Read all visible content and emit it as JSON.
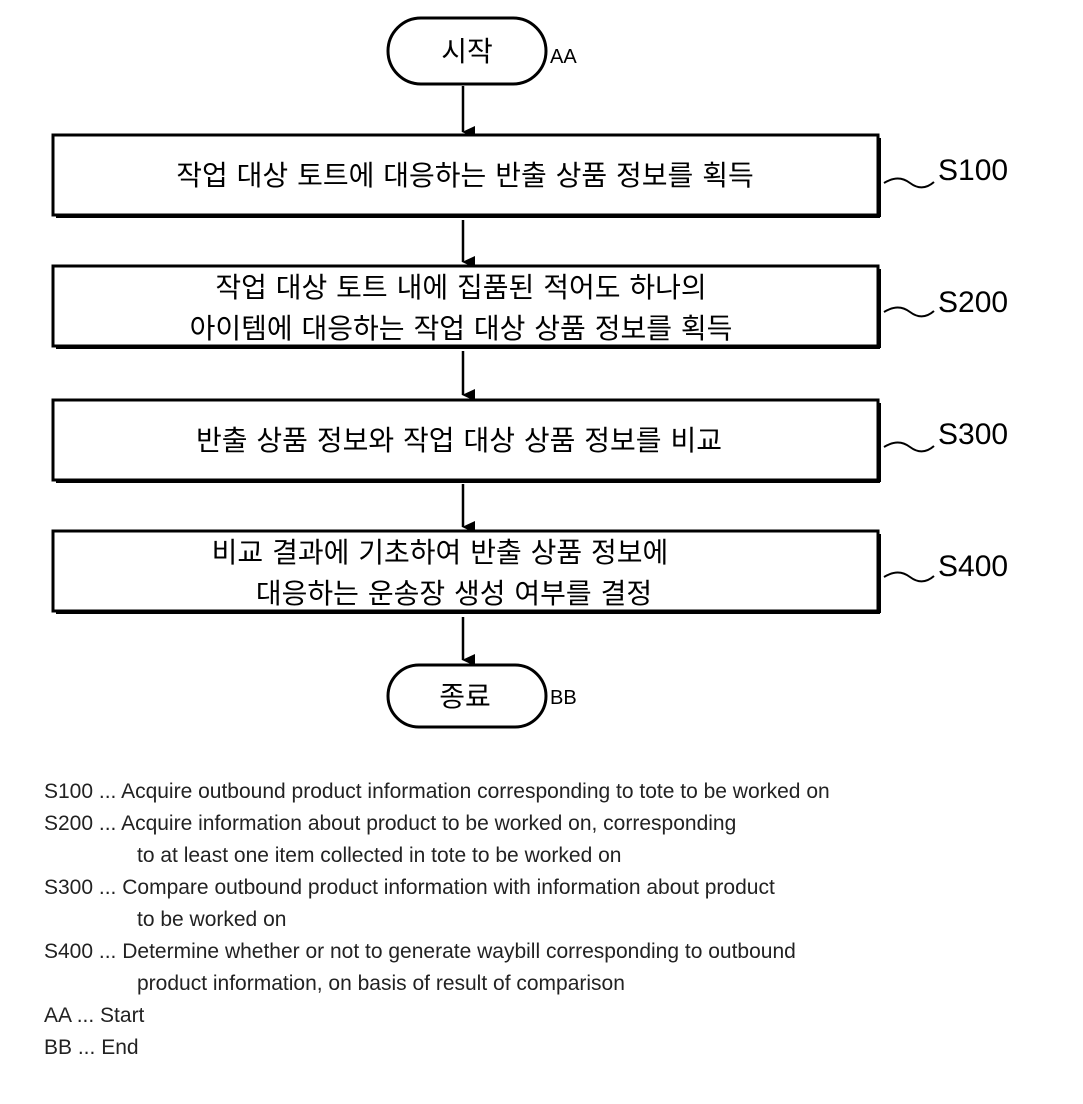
{
  "diagram": {
    "start": {
      "text": "시작",
      "tag": "AA"
    },
    "end": {
      "text": "종료",
      "tag": "BB"
    },
    "steps": [
      {
        "label": "S100",
        "lines": [
          "작업 대상 토트에 대응하는 반출 상품 정보를 획득"
        ]
      },
      {
        "label": "S200",
        "lines": [
          "작업 대상 토트 내에 집품된 적어도 하나의",
          "아이템에 대응하는 작업 대상 상품 정보를 획득"
        ]
      },
      {
        "label": "S300",
        "lines": [
          "반출 상품 정보와 작업 대상 상품 정보를 비교"
        ]
      },
      {
        "label": "S400",
        "lines": [
          "비교 결과에 기초하여 반출 상품 정보에",
          "대응하는 운송장 생성 여부를 결정"
        ]
      }
    ]
  },
  "legend": [
    {
      "key": "S100",
      "sep": " ... ",
      "lines": [
        "Acquire outbound product information corresponding to tote to be worked on"
      ]
    },
    {
      "key": "S200",
      "sep": " ... ",
      "lines": [
        "Acquire information about product to be worked on, corresponding",
        "to at least one item collected in tote to be worked on"
      ]
    },
    {
      "key": "S300",
      "sep": " ... ",
      "lines": [
        "Compare outbound product information with information about product",
        "to be worked on"
      ]
    },
    {
      "key": "S400",
      "sep": " ... ",
      "lines": [
        "Determine whether or not to generate waybill corresponding to outbound",
        "product information, on basis of result of comparison"
      ]
    },
    {
      "key": "AA",
      "sep": " ... ",
      "lines": [
        "Start"
      ]
    },
    {
      "key": "BB",
      "sep": " ... ",
      "lines": [
        "End"
      ]
    }
  ]
}
